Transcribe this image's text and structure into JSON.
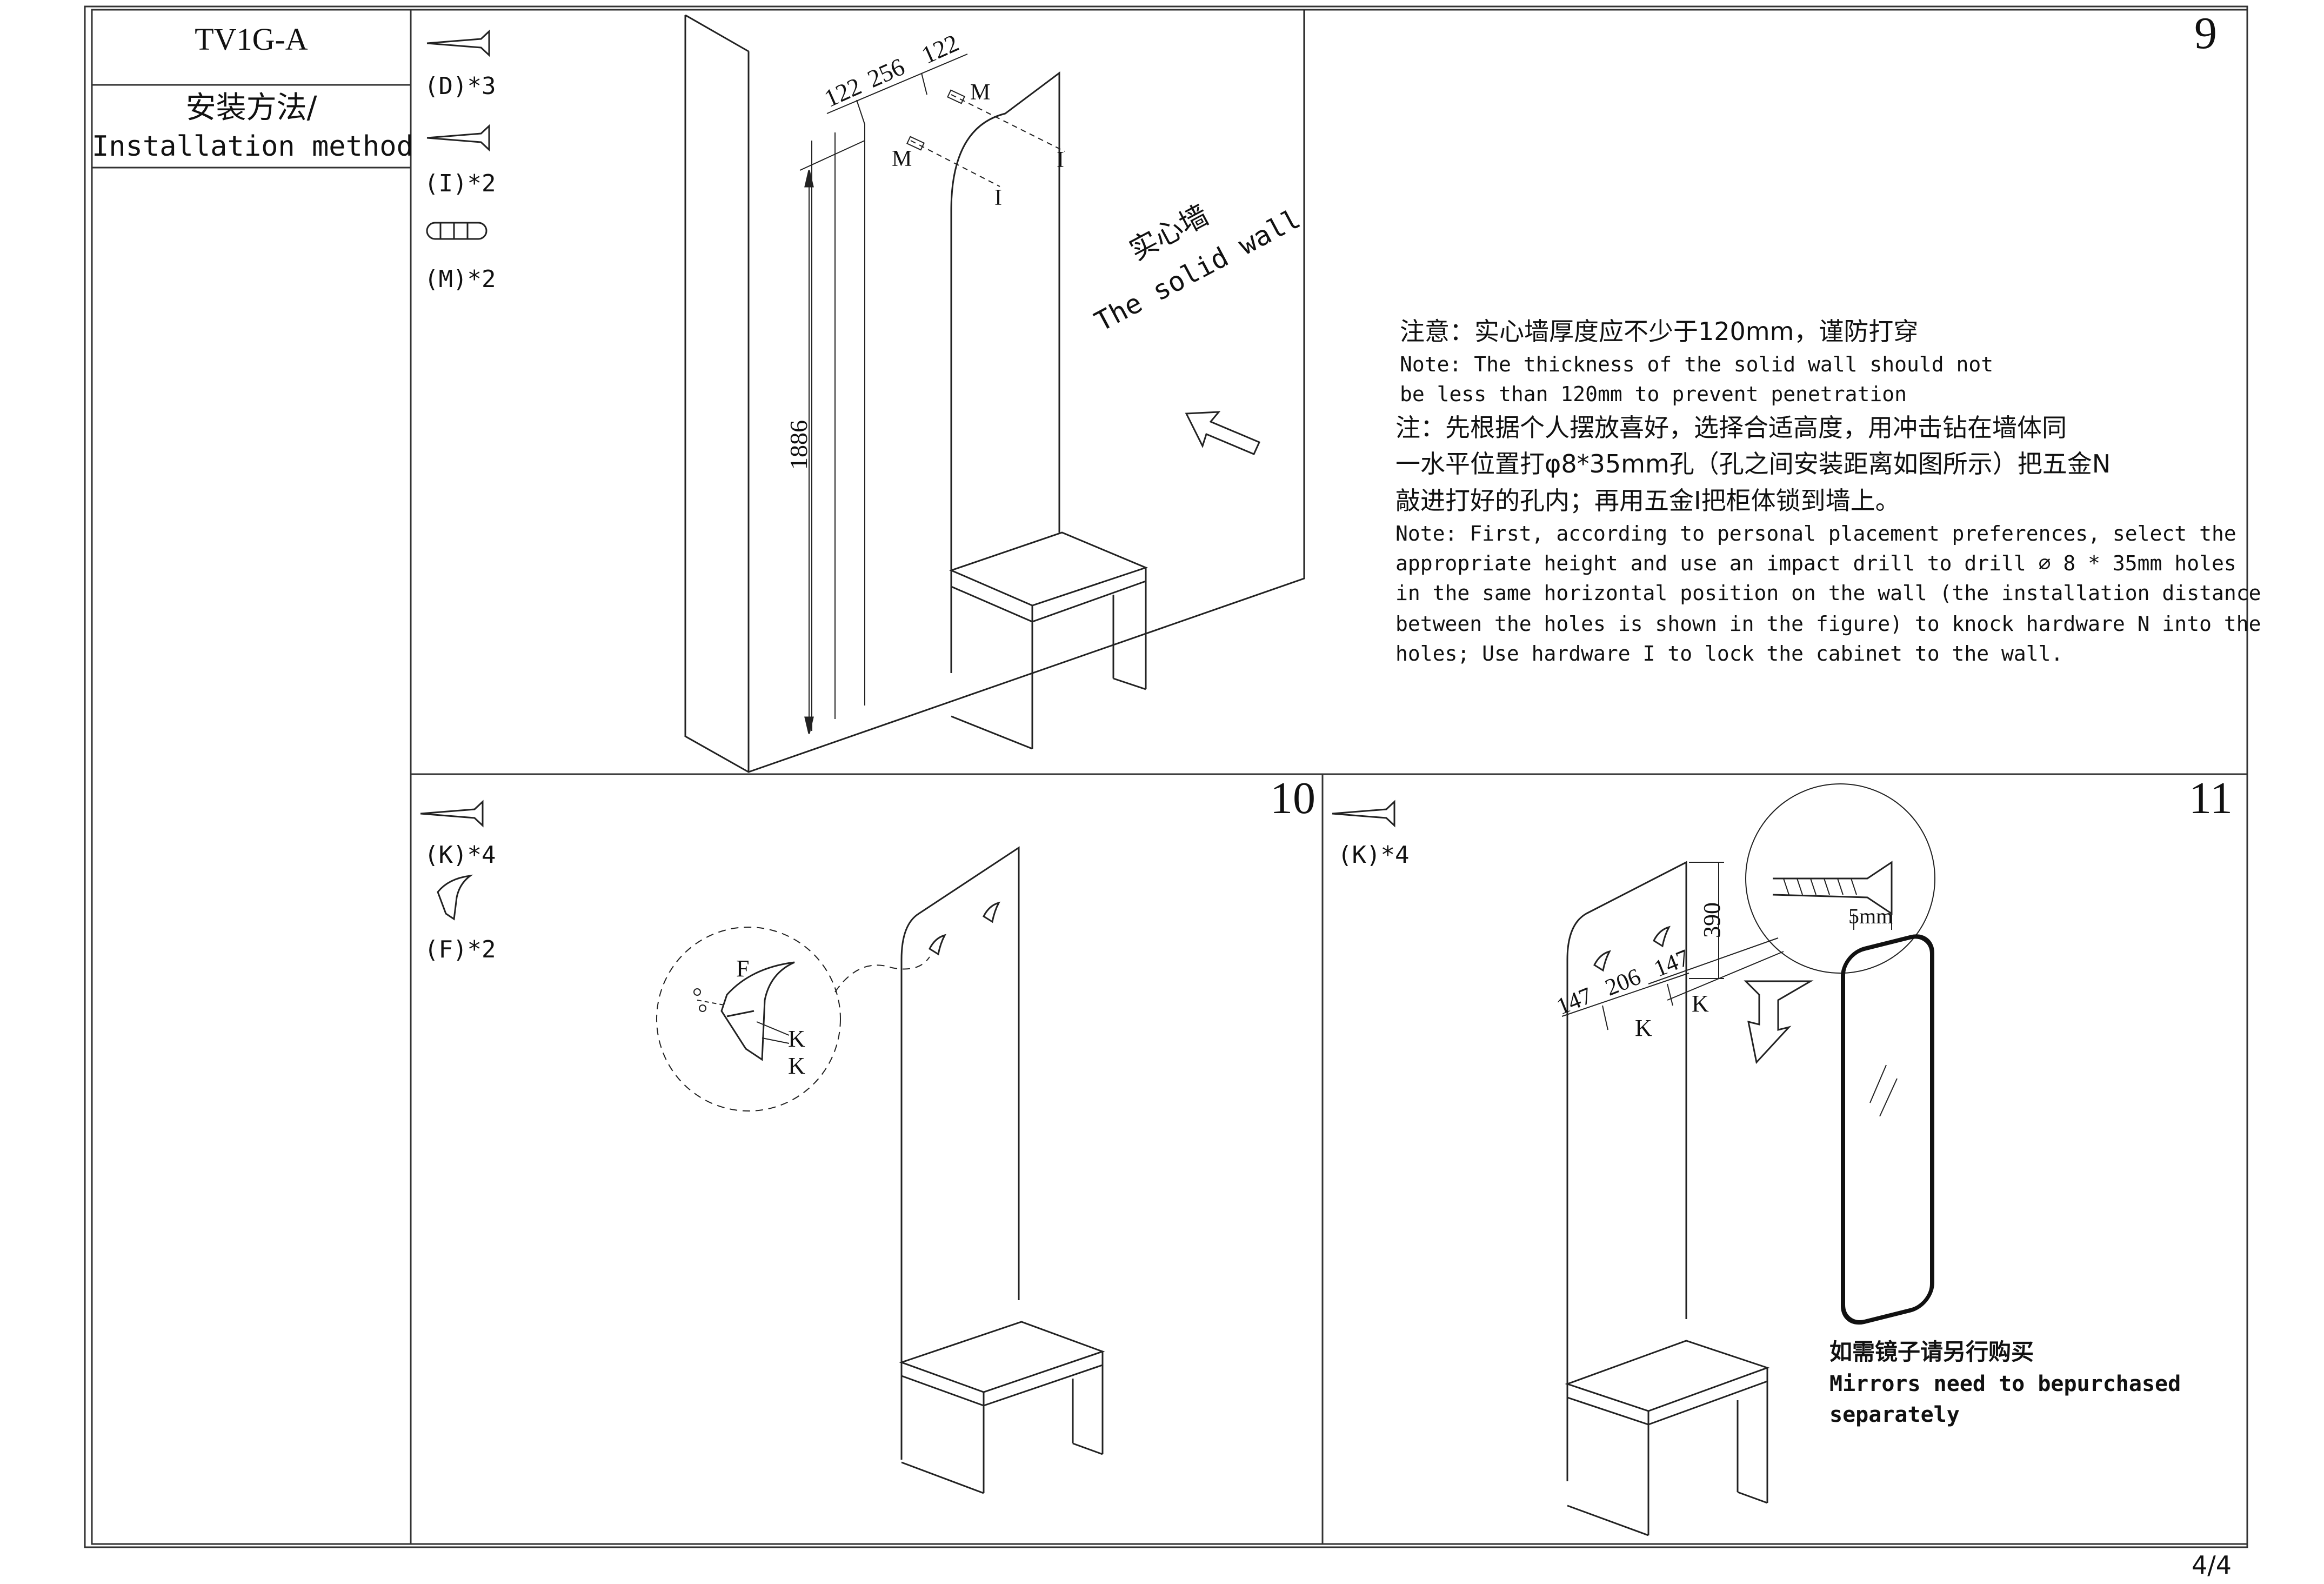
{
  "header": {
    "model": "TV1G-A",
    "method_zh": "安装方法/",
    "method_en": "Installation method"
  },
  "step9": {
    "number": "9",
    "parts": [
      "(D)*3",
      "(I)*2",
      "(M)*2"
    ],
    "dims": {
      "a": "122",
      "b": "256",
      "c": "122",
      "height": "1886"
    },
    "labels": {
      "m1": "M",
      "m2": "M",
      "i1": "I",
      "i2": "I"
    },
    "wall_zh": "实心墙",
    "wall_en": "The solid wall",
    "note1_zh": "注意：实心墙厚度应不少于120mm，谨防打穿",
    "note1_en_1": "Note: The thickness of the solid wall should not",
    "note1_en_2": "be less than 120mm to prevent penetration",
    "note2_zh_1": "注：先根据个人摆放喜好，选择合适高度，用冲击钻在墙体同",
    "note2_zh_2": "一水平位置打φ8*35mm孔（孔之间安装距离如图所示）把五金N",
    "note2_zh_3": "敲进打好的孔内；再用五金I把柜体锁到墙上。",
    "note2_en_1": "Note: First, according to personal placement preferences, select the",
    "note2_en_2": "appropriate height and use an impact drill to drill ∅  8 * 35mm holes",
    "note2_en_3": "in the same horizontal position on the wall (the installation distance",
    "note2_en_4": " between the holes is shown in the figure) to knock hardware N into the",
    "note2_en_5": " holes; Use hardware I to lock the cabinet to the wall."
  },
  "step10": {
    "number": "10",
    "parts": [
      "(K)*4",
      "(F)*2"
    ],
    "labels": {
      "f": "F",
      "k1": "K",
      "k2": "K"
    }
  },
  "step11": {
    "number": "11",
    "parts": [
      "(K)*4"
    ],
    "dims": {
      "a": "147",
      "b": "206",
      "c": "147",
      "height": "390",
      "screw": "5mm"
    },
    "labels": {
      "k1": "K",
      "k2": "K"
    },
    "mirror_zh": "如需镜子请另行购买",
    "mirror_en_1": "Mirrors need to bepurchased",
    "mirror_en_2": "separately"
  },
  "footer": {
    "page": "4/4"
  }
}
